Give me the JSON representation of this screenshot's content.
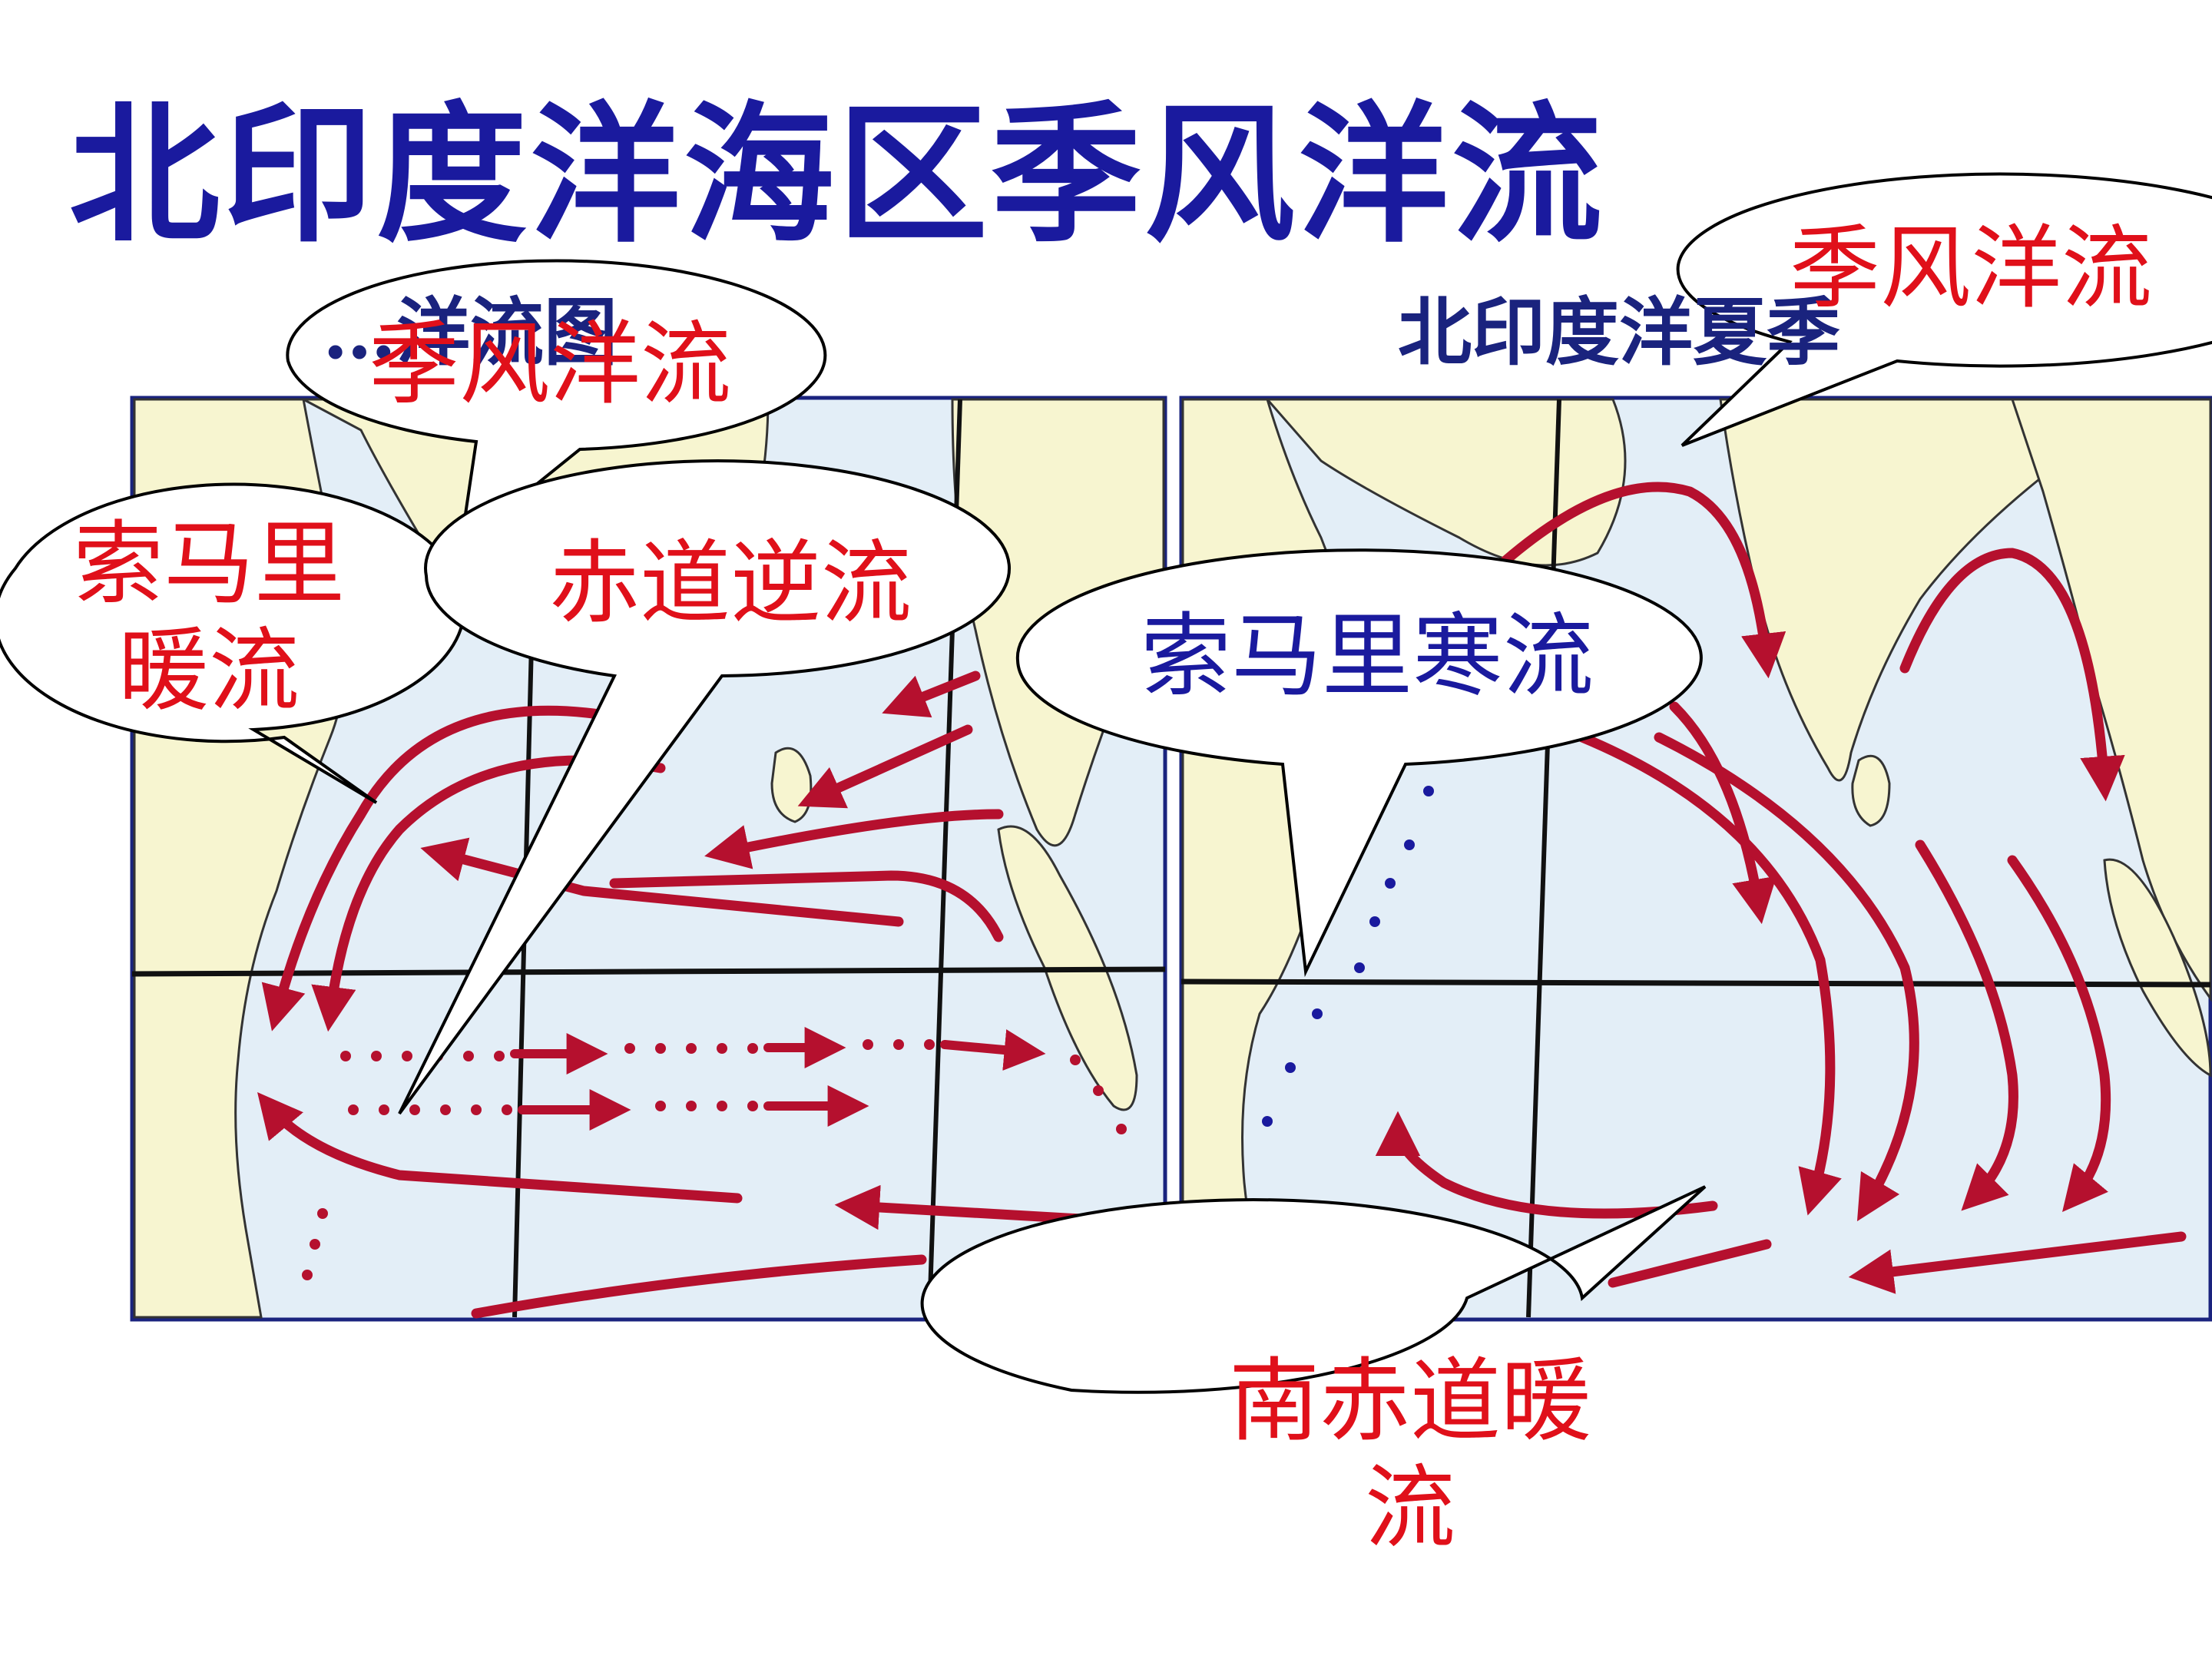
{
  "title": "北印度洋海区季风洋流",
  "maps": {
    "left_header": "…洋流图",
    "right_header": "北印度洋夏季"
  },
  "callouts": [
    {
      "id": "monsoon-left",
      "text": "季风洋流",
      "color": "#e0101a"
    },
    {
      "id": "somali-warm",
      "text": "索马里\n暖流",
      "color": "#e0101a"
    },
    {
      "id": "equatorial-counter",
      "text": "赤道逆流",
      "color": "#e0101a"
    },
    {
      "id": "monsoon-right",
      "text": "季风洋流",
      "color": "#e0101a"
    },
    {
      "id": "somali-cold",
      "text": "索马里寒流",
      "color": "#1a1a9e"
    },
    {
      "id": "south-equatorial",
      "text": "南赤道暖\n流",
      "color": "#e0101a"
    }
  ],
  "colors": {
    "title": "#1a1a9e",
    "sea": "#e3eef7",
    "land": "#f7f5d0",
    "current": "#b5102e"
  }
}
